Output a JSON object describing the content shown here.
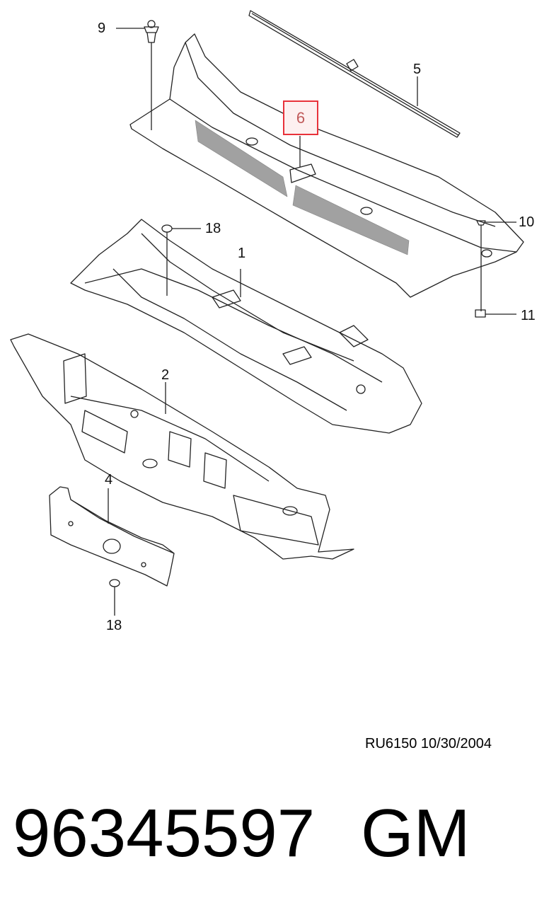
{
  "diagram": {
    "callouts": {
      "c9": "9",
      "c5": "5",
      "c6": "6",
      "c10": "10",
      "c18a": "18",
      "c1": "1",
      "c11": "11",
      "c2": "2",
      "c4": "4",
      "c18b": "18"
    },
    "highlight_color": "#e8323a",
    "drawing_ref": "RU6150  10/30/2004"
  },
  "footer": {
    "part_number": "96345597",
    "brand": "GM"
  }
}
